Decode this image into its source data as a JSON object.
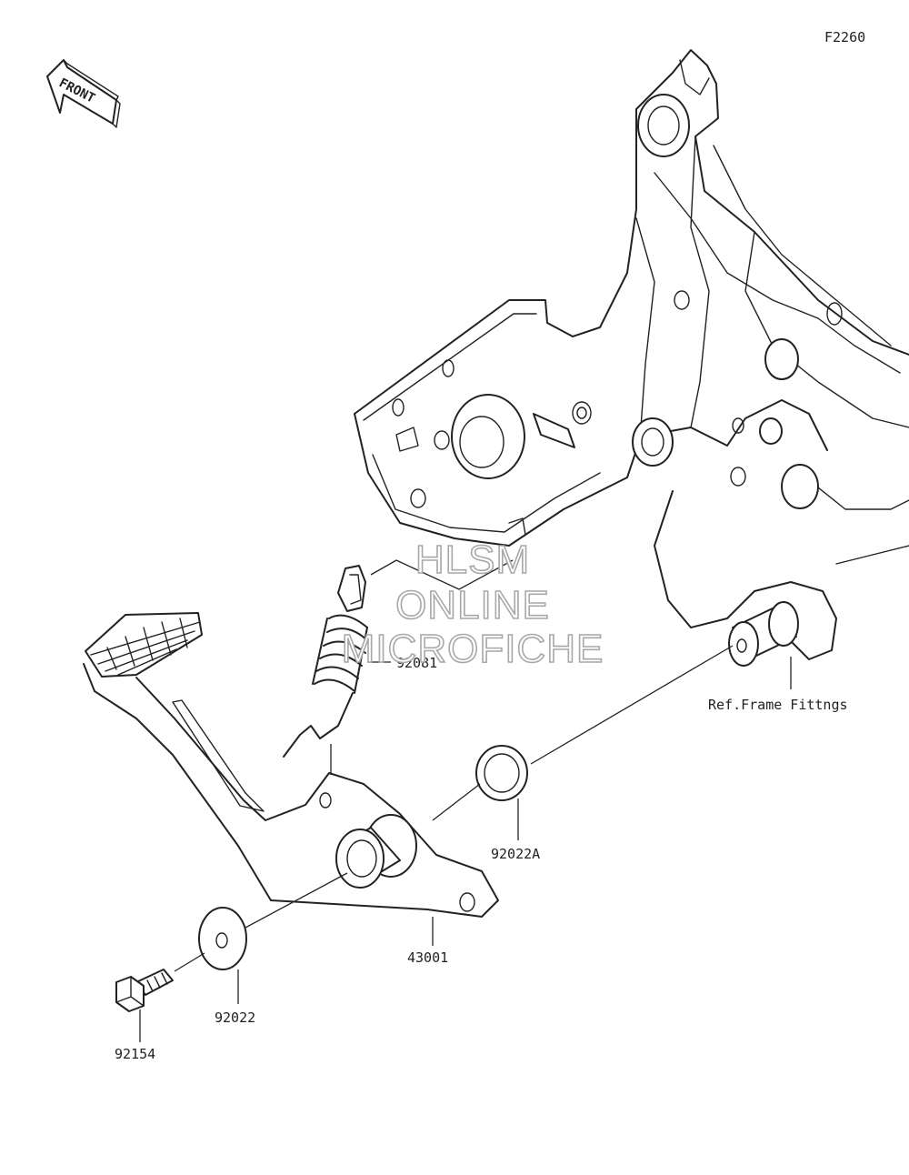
{
  "figure_code": "F2260",
  "front_arrow_label": "FRONT",
  "watermark": [
    "HLSM",
    "ONLINE",
    "MICROFICHE"
  ],
  "parts": [
    {
      "ref": "92081"
    },
    {
      "ref": "Ref.Frame Fittngs"
    },
    {
      "ref": "92022A"
    },
    {
      "ref": "43001"
    },
    {
      "ref": "92022"
    },
    {
      "ref": "92154"
    }
  ]
}
